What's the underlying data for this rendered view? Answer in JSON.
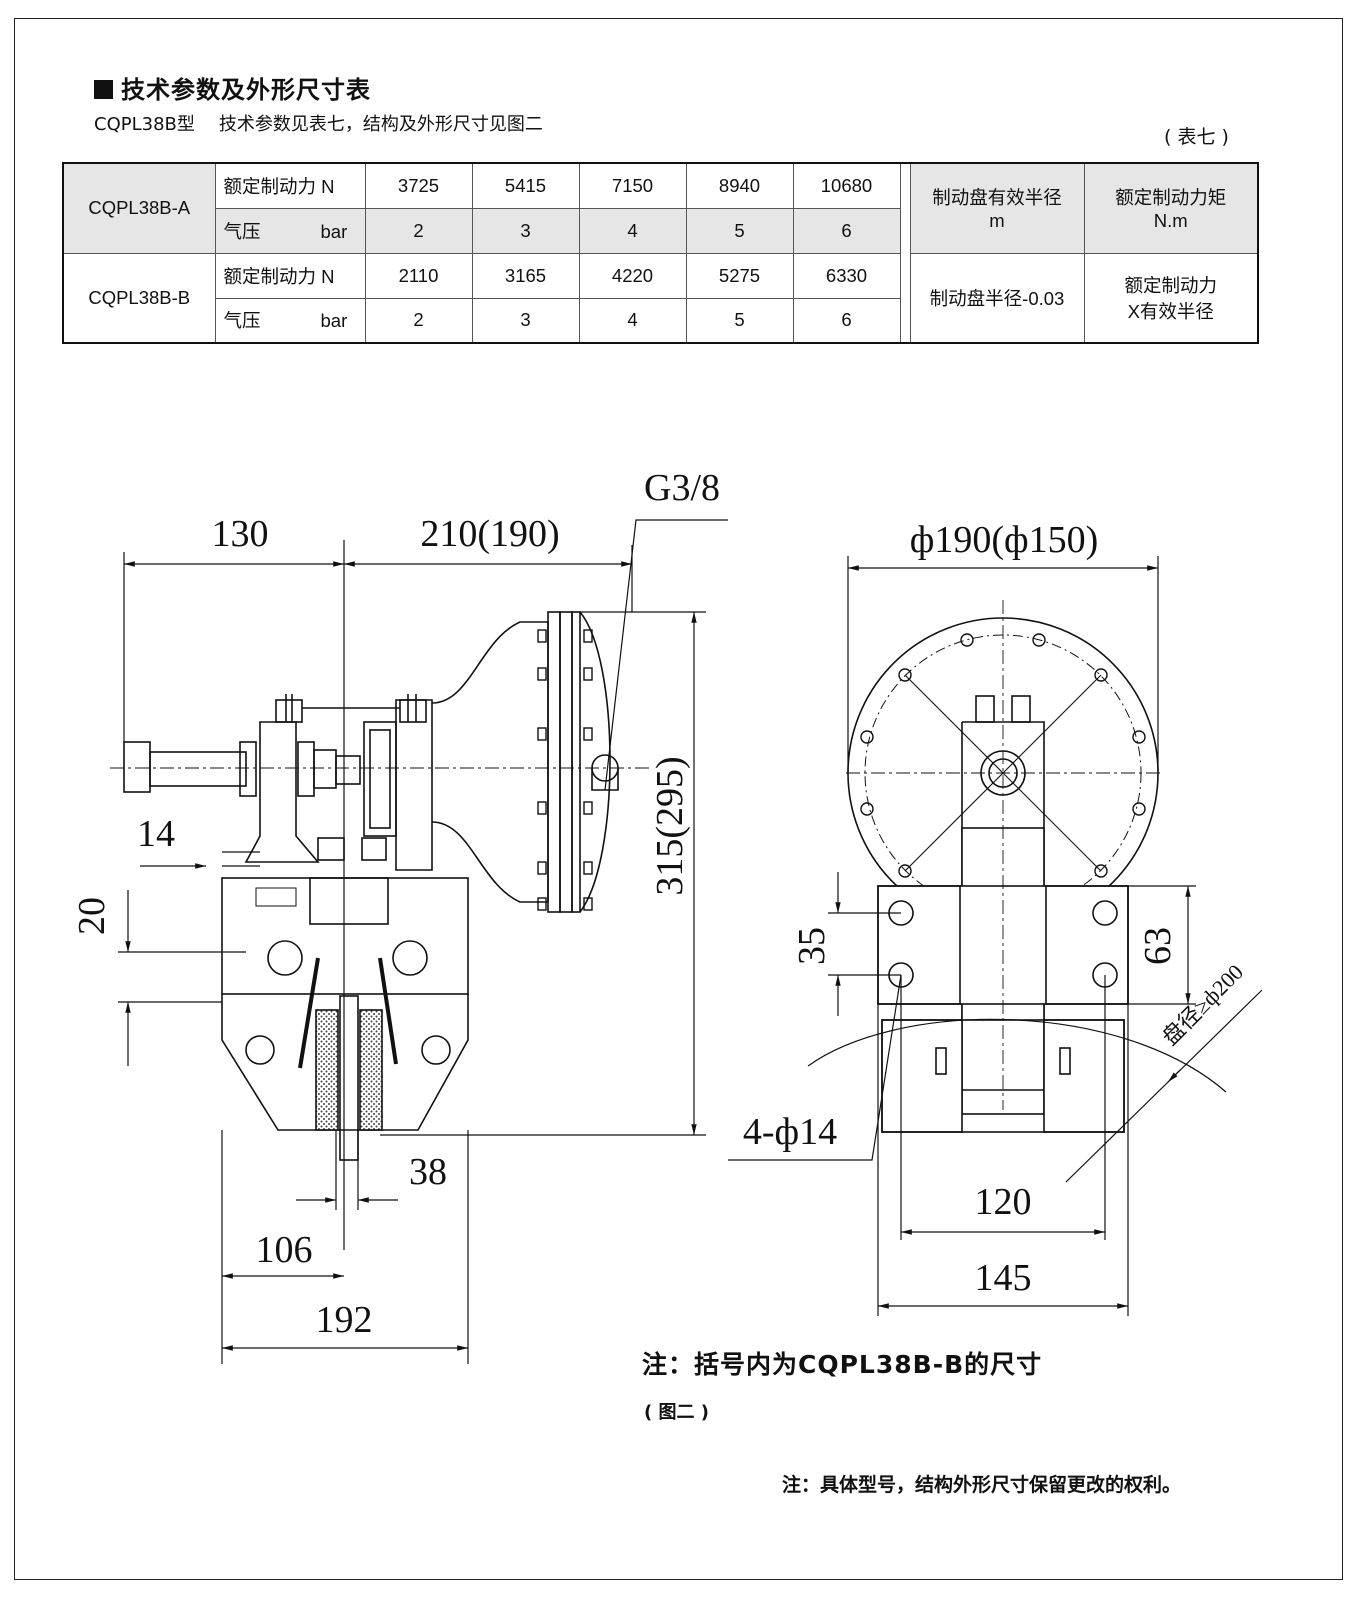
{
  "heading": "技术参数及外形尺寸表",
  "subtitle": {
    "model": "CQPL38B型",
    "text": "技术参数见表七，结构及外形尺寸见图二"
  },
  "table_no": "( 表七 )",
  "table": {
    "rows": [
      {
        "model": "CQPL38B-A",
        "force_label": "额定制动力",
        "force_unit": "N",
        "pressure_label": "气压",
        "pressure_unit": "bar",
        "forces": [
          "3725",
          "5415",
          "7150",
          "8940",
          "10680"
        ],
        "pressures": [
          "2",
          "3",
          "4",
          "5",
          "6"
        ]
      },
      {
        "model": "CQPL38B-B",
        "force_label": "额定制动力",
        "force_unit": "N",
        "pressure_label": "气压",
        "pressure_unit": "bar",
        "forces": [
          "2110",
          "3165",
          "4220",
          "5275",
          "6330"
        ],
        "pressures": [
          "2",
          "3",
          "4",
          "5",
          "6"
        ]
      }
    ],
    "header_radius": {
      "line1": "制动盘有效半径",
      "line2": "m"
    },
    "header_torque": {
      "line1": "额定制动力矩",
      "line2": "N.m"
    },
    "radius_value": "制动盘半径-0.03",
    "torque_value": {
      "line1": "额定制动力",
      "line2": "X有效半径"
    }
  },
  "dims": {
    "d130": "130",
    "d210": "210(190)",
    "g38": "G3/8",
    "d14": "14",
    "d20": "20",
    "d315": "315(295)",
    "d38": "38",
    "d106": "106",
    "d192": "192",
    "d190": "ф190(ф150)",
    "d35": "35",
    "d63": "63",
    "d200": "盘径≥ф200",
    "d4h": "4-ф14",
    "d120": "120",
    "d145": "145"
  },
  "note_bracket": "注：括号内为CQPL38B-B的尺寸",
  "fig_label": "( 图二 )",
  "note_rights": "注：具体型号，结构外形尺寸保留更改的权利。"
}
